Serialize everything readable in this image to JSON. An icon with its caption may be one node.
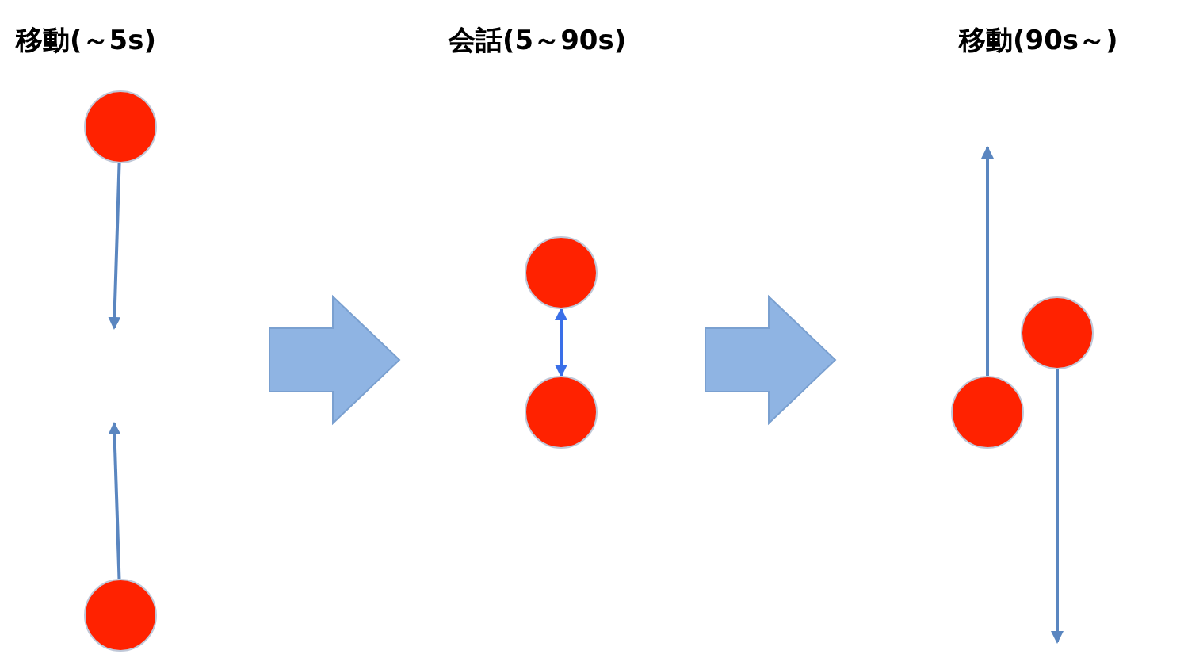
{
  "diagram": {
    "nodes": [
      {
        "text": [],
        "shape": "circle"
      },
      {
        "text": [],
        "shape": "circle"
      },
      {
        "text": [],
        "shape": "circle"
      },
      {
        "text": [],
        "shape": "circle"
      },
      {
        "text": [],
        "shape": "circle"
      },
      {
        "text": [],
        "shape": "circle"
      }
    ],
    "edges": [
      {
        "from": 0,
        "to": null,
        "arrow": "to"
      },
      {
        "from": 1,
        "to": null,
        "arrow": "to"
      },
      {
        "from": 2,
        "to": 3,
        "arrow": "both",
        "color": "#3a6fe8"
      },
      {
        "from": 4,
        "to": null,
        "arrow": "to"
      },
      {
        "from": 5,
        "to": null,
        "arrow": "to"
      }
    ],
    "labels": [
      "移動(～5s)",
      "会話(5～90s)",
      "移動(90s～)"
    ]
  }
}
